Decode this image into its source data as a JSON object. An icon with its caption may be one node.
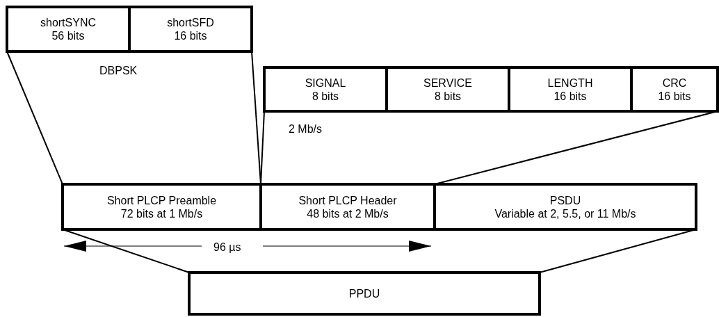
{
  "diagram": {
    "nodes": [
      {
        "text": [
          "shortSYNC",
          "56 bits"
        ]
      },
      {
        "text": [
          "shortSFD",
          "16 bits"
        ]
      },
      {
        "text": [
          "SIGNAL",
          "8 bits"
        ]
      },
      {
        "text": [
          "SERVICE",
          "8 bits"
        ]
      },
      {
        "text": [
          "LENGTH",
          "16 bits"
        ]
      },
      {
        "text": [
          "CRC",
          "16 bits"
        ]
      },
      {
        "text": [
          "Short PLCP Preamble",
          "72 bits at 1 Mb/s"
        ]
      },
      {
        "text": [
          "Short PLCP Header",
          "48 bits at 2 Mb/s"
        ]
      },
      {
        "text": [
          "PSDU",
          "Variable at 2, 5.5, or 11 Mb/s"
        ]
      },
      {
        "text": [
          "PPDU"
        ]
      }
    ],
    "edges": [
      {
        "from": 9,
        "to": 6,
        "arrow": "none"
      },
      {
        "from": 9,
        "to": 8,
        "arrow": "none"
      },
      {
        "from": 6,
        "to": 0,
        "arrow": "none"
      },
      {
        "from": 6,
        "to": 1,
        "arrow": "none"
      },
      {
        "from": 7,
        "to": 2,
        "arrow": "none"
      },
      {
        "from": 7,
        "to": 5,
        "arrow": "none"
      }
    ],
    "labels": [
      "DBPSK",
      "2 Mb/s",
      "96 µs"
    ]
  }
}
